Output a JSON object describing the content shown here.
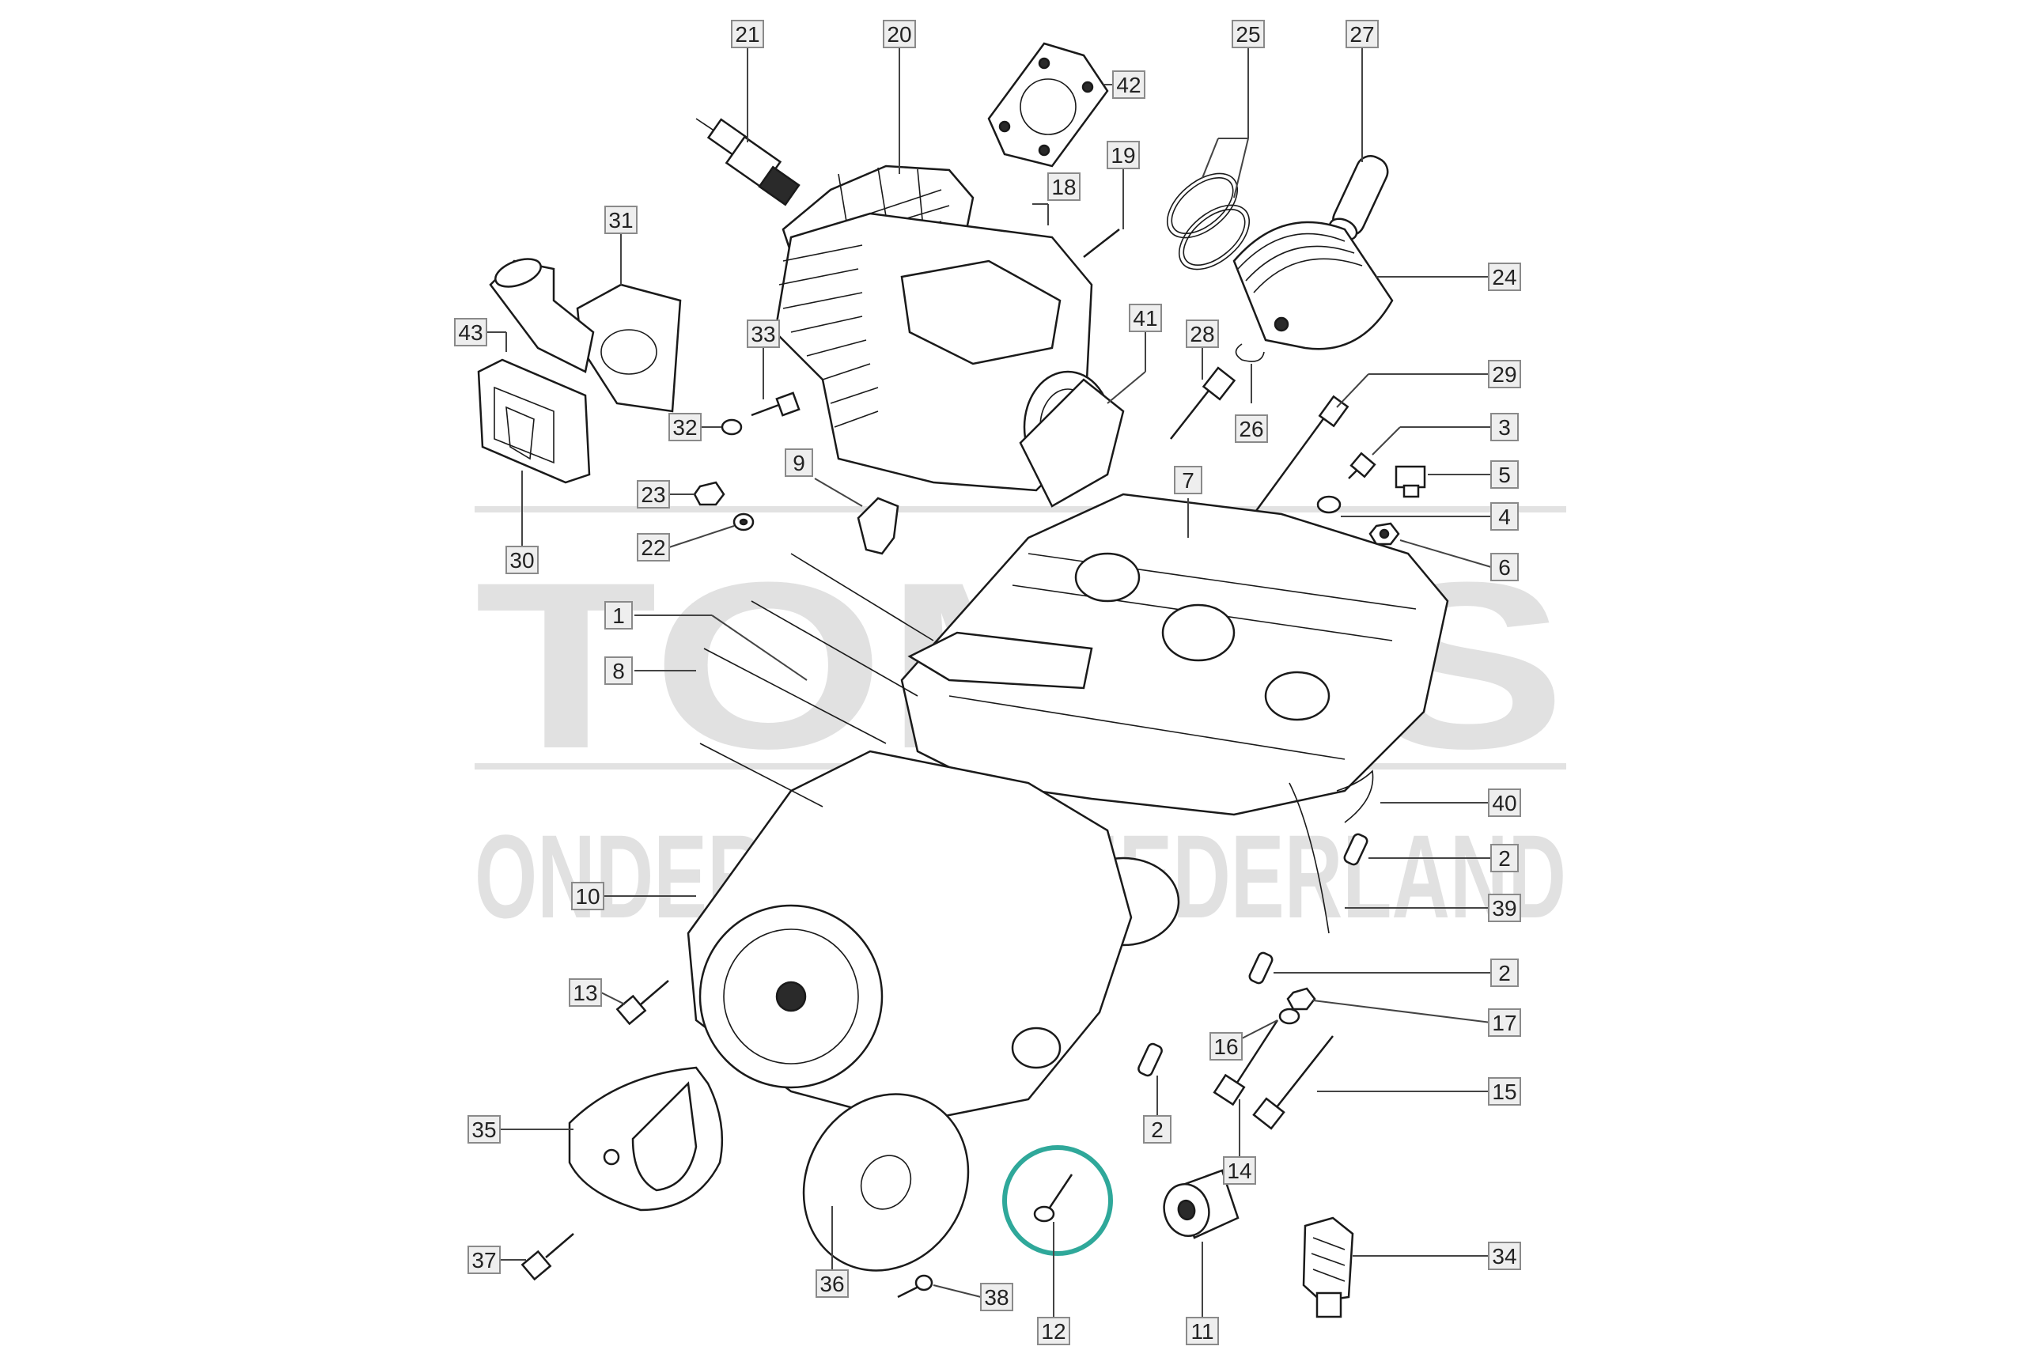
{
  "watermark": {
    "brand": "TOMOS",
    "subtitle": "ONDERDELEN NEDERLAND"
  },
  "highlight": {
    "part": "12",
    "color": "#2fa89a"
  },
  "labels": [
    "1",
    "2",
    "3",
    "4",
    "5",
    "6",
    "7",
    "8",
    "9",
    "10",
    "11",
    "12",
    "13",
    "14",
    "15",
    "16",
    "17",
    "18",
    "19",
    "20",
    "21",
    "22",
    "23",
    "24",
    "25",
    "26",
    "27",
    "28",
    "29",
    "30",
    "31",
    "32",
    "33",
    "34",
    "35",
    "36",
    "37",
    "38",
    "39",
    "40",
    "41",
    "42",
    "43"
  ],
  "duplicate_labels": [
    "2",
    "2",
    "2"
  ]
}
